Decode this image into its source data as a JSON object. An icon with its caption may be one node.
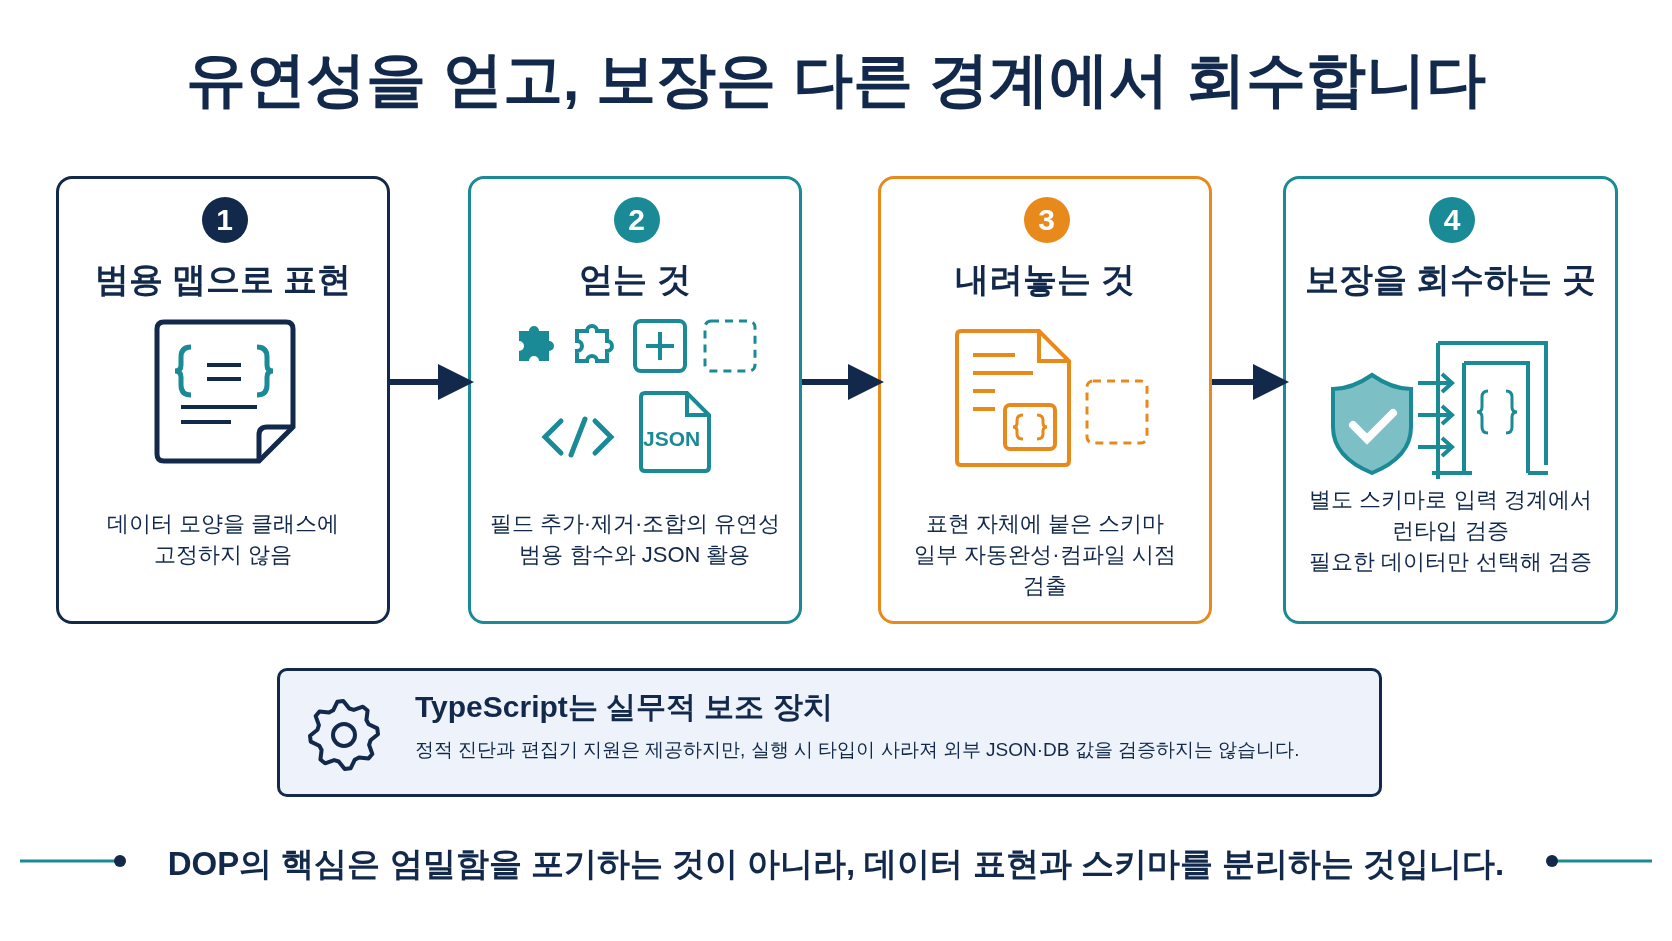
{
  "diagram": {
    "title": "유연성을 얻고, 보장은 다른 경계에서 회수합니다",
    "nodes": [
      {
        "text": [
          "1",
          "범용 맵으로 표현",
          "데이터 모양을 클래스에 고정하지 않음"
        ]
      },
      {
        "text": [
          "2",
          "얻는 것",
          "JSON",
          "필드 추가·제거·조합의 유연성",
          "범용 함수와 JSON 활용"
        ]
      },
      {
        "text": [
          "3",
          "내려놓는 것",
          "표현 자체에 붙은 스키마",
          "일부 자동완성·컴파일 시점 검출"
        ]
      },
      {
        "text": [
          "4",
          "보장을 회수하는 곳",
          "별도 스키마로 입력 경계에서 런타입 검증",
          "필요한 데이터만 선택해 검증"
        ]
      },
      {
        "text": [
          "TypeScript는 실무적 보조 장치",
          "정적 진단과 편집기 지원은 제공하지만, 실행 시 타입이 사라져 외부 JSON·DB 값을 검증하지는 않습니다."
        ]
      }
    ],
    "edges": [
      {
        "from": 0,
        "to": 1,
        "arrow": "to"
      },
      {
        "from": 1,
        "to": 2,
        "arrow": "to"
      },
      {
        "from": 2,
        "to": 3,
        "arrow": "to"
      }
    ],
    "caption": "DOP의 핵심은 엄밀함을 포기하는 것이 아니라, 데이터 표현과 스키마를 분리하는 것입니다."
  }
}
